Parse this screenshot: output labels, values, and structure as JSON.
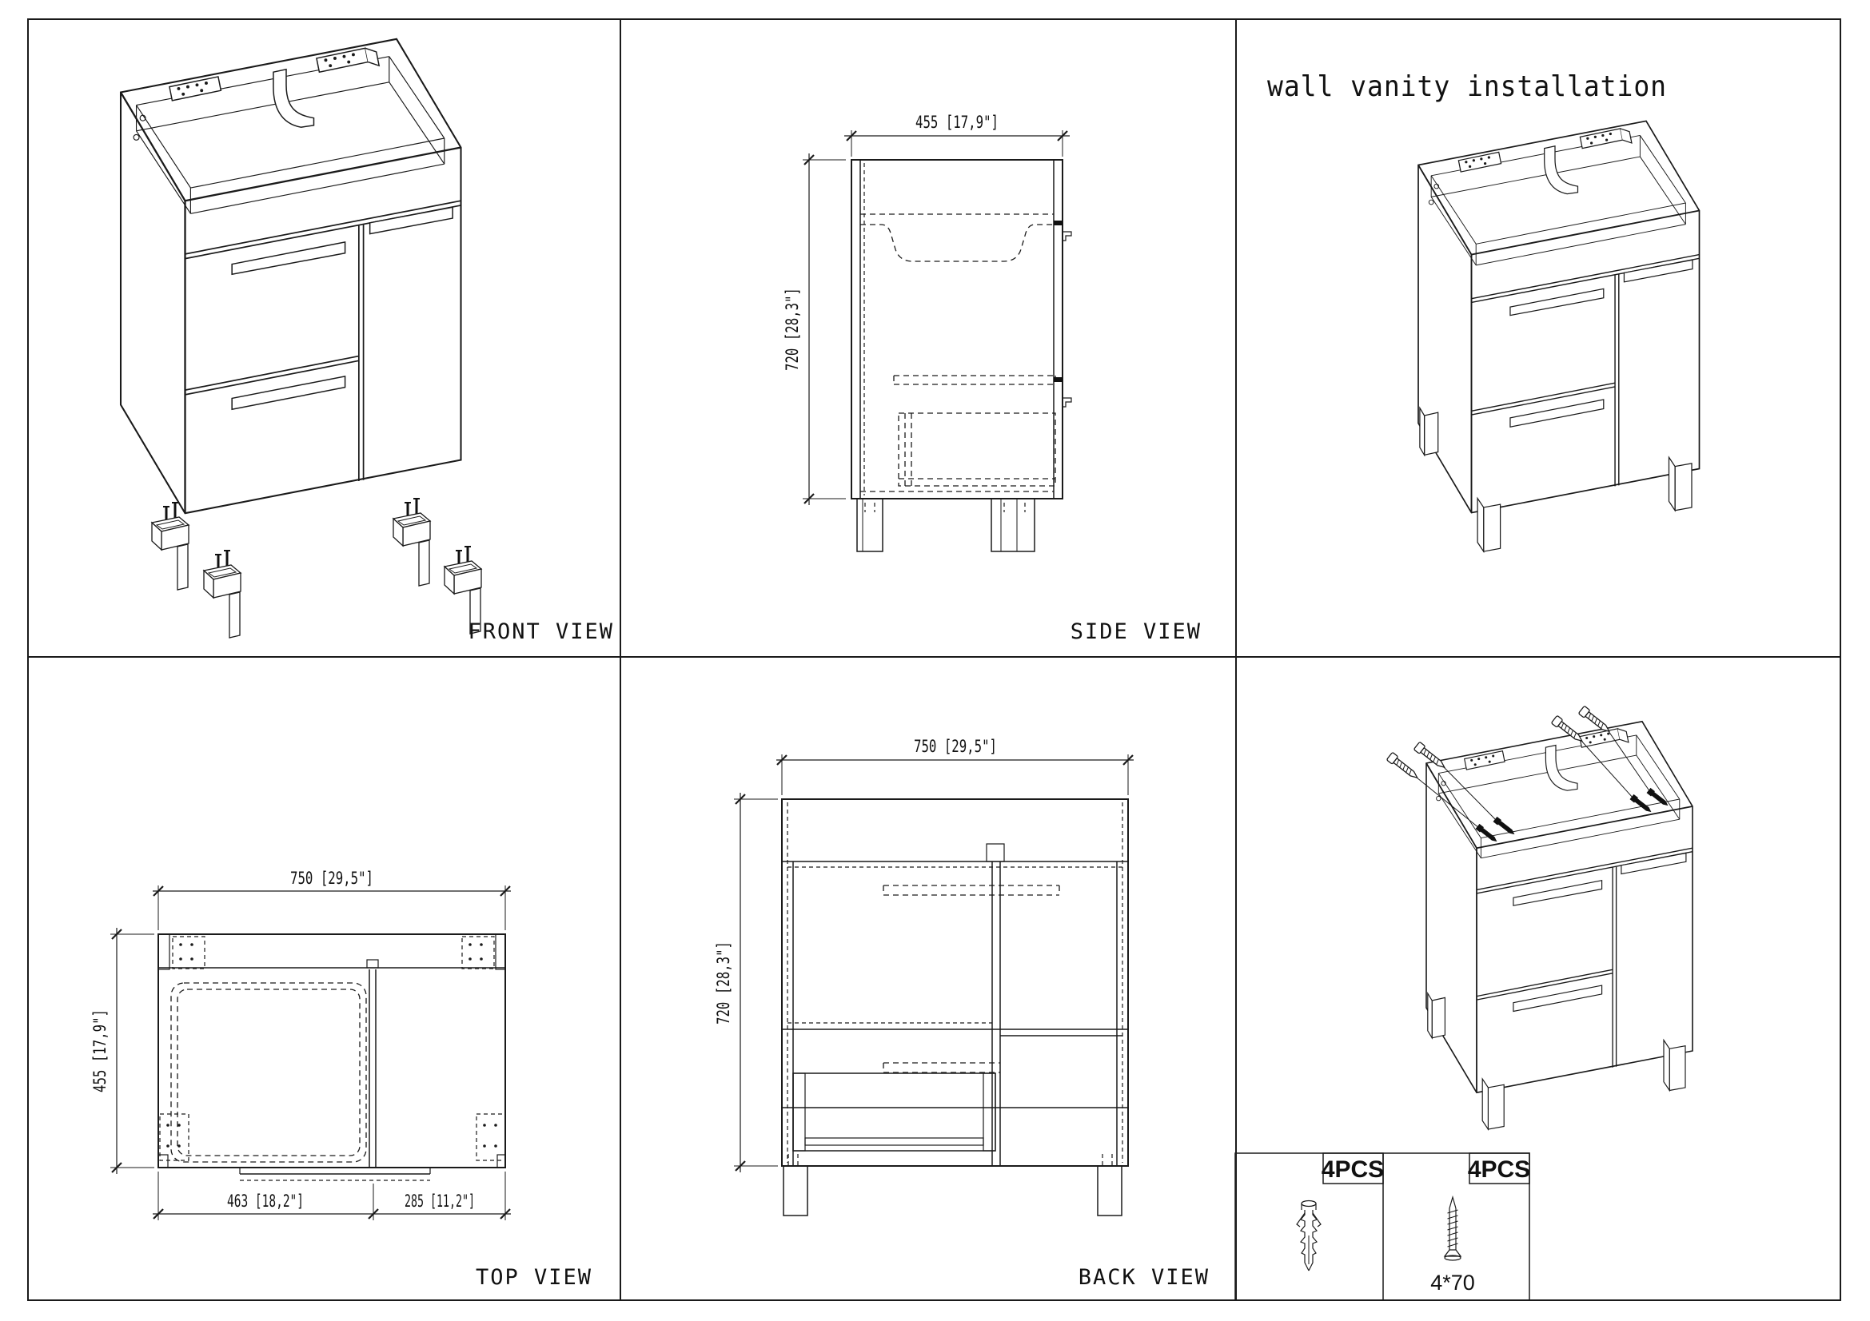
{
  "sheet": {
    "background": "#ffffff",
    "line_color": "#1a1a1a",
    "text_color": "#111111"
  },
  "views": {
    "front": {
      "label": "FRONT VIEW"
    },
    "side": {
      "label": "SIDE VIEW",
      "dim_width": "455 [17,9\"]",
      "dim_height": "720 [28,3\"]"
    },
    "installation": {
      "title": "wall vanity installation"
    },
    "top": {
      "label": "TOP VIEW",
      "dim_width": "750 [29,5\"]",
      "dim_depth": "455 [17,9\"]",
      "dim_bottom_left": "463 [18,2\"]",
      "dim_bottom_right": "285 [11,2\"]"
    },
    "back": {
      "label": "BACK VIEW",
      "dim_width": "750 [29,5\"]",
      "dim_height": "720 [28,3\"]"
    },
    "hardware": {
      "anchor_qty": "4PCS",
      "screw_qty": "4PCS",
      "screw_size": "4*70"
    }
  }
}
